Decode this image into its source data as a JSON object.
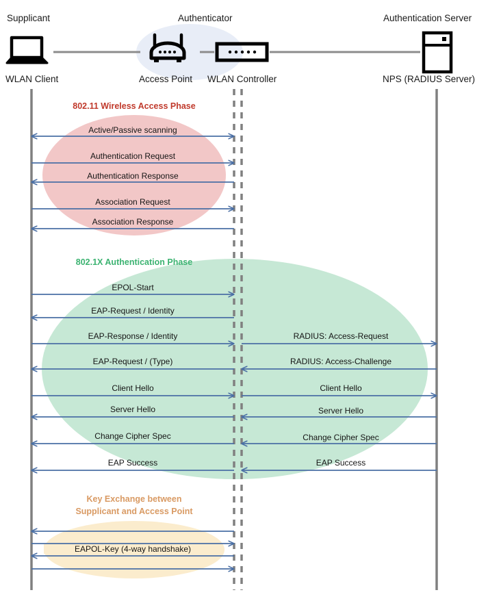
{
  "diagram": {
    "title_semantic": "wlan-802-1x-authentication-sequence-diagram",
    "colors": {
      "lifeline": "#808080",
      "arrow": "#4a6fa5",
      "phase_red": "#c0392b",
      "phase_green": "#3cb371",
      "phase_orange": "#d99a63",
      "ellipse_pink": "#f2c7c7",
      "ellipse_green": "#c6e8d5",
      "ellipse_orange": "#fbeccd",
      "ellipse_blue": "#e8edf7",
      "icon": "#000000",
      "link": "#8c8c8c"
    },
    "actors": [
      {
        "role": "Supplicant",
        "device": "WLAN Client",
        "icon": "laptop-icon"
      },
      {
        "role": "Authenticator",
        "device": "Access Point",
        "icon": "access-point-icon"
      },
      {
        "role": "",
        "device": "WLAN Controller",
        "icon": "wlan-controller-icon"
      },
      {
        "role": "Authentication Server",
        "device": "NPS (RADIUS Server)",
        "icon": "server-icon"
      }
    ],
    "phases": [
      {
        "id": "phase-802-11",
        "label": "802.11 Wireless Access Phase",
        "color": "#c0392b",
        "messages": [
          {
            "text": "Active/Passive scanning",
            "dir": "left",
            "side": "left"
          },
          {
            "text": "Authentication Request",
            "dir": "right",
            "side": "left"
          },
          {
            "text": "Authentication Response",
            "dir": "left",
            "side": "left"
          },
          {
            "text": "Association Request",
            "dir": "right",
            "side": "left"
          },
          {
            "text": "Association Response",
            "dir": "left",
            "side": "left"
          }
        ]
      },
      {
        "id": "phase-802-1x",
        "label": "802.1X Authentication Phase",
        "color": "#3cb371",
        "messages": [
          {
            "text": "EPOL-Start",
            "dir": "right",
            "side": "left"
          },
          {
            "text": "EAP-Request / Identity",
            "dir": "left",
            "side": "left"
          },
          {
            "text": "EAP-Response / Identity",
            "dir": "right",
            "side": "left"
          },
          {
            "text": "RADIUS: Access-Request",
            "dir": "right",
            "side": "right"
          },
          {
            "text": "EAP-Request / (Type)",
            "dir": "left",
            "side": "left"
          },
          {
            "text": "RADIUS: Access-Challenge",
            "dir": "left",
            "side": "right"
          },
          {
            "text": "Client Hello",
            "dir": "right",
            "side": "left"
          },
          {
            "text": "Client Hello",
            "dir": "right",
            "side": "right"
          },
          {
            "text": "Server Hello",
            "dir": "left",
            "side": "left"
          },
          {
            "text": "Server Hello",
            "dir": "left",
            "side": "right"
          },
          {
            "text": "Change Cipher Spec",
            "dir": "left",
            "side": "left"
          },
          {
            "text": "Change Cipher Spec",
            "dir": "left",
            "side": "right"
          },
          {
            "text": "EAP Success",
            "dir": "left",
            "side": "left"
          },
          {
            "text": "EAP Success",
            "dir": "left",
            "side": "right"
          }
        ]
      },
      {
        "id": "phase-key-exchange",
        "label_line1": "Key Exchange between",
        "label_line2": "Supplicant and Access Point",
        "color": "#d99a63",
        "messages": [
          {
            "text": "",
            "dir": "left",
            "side": "left"
          },
          {
            "text": "",
            "dir": "right",
            "side": "left"
          },
          {
            "text": "EAPOL-Key (4-way handshake)",
            "dir": "left",
            "side": "left"
          },
          {
            "text": "",
            "dir": "right",
            "side": "left"
          }
        ]
      }
    ]
  }
}
